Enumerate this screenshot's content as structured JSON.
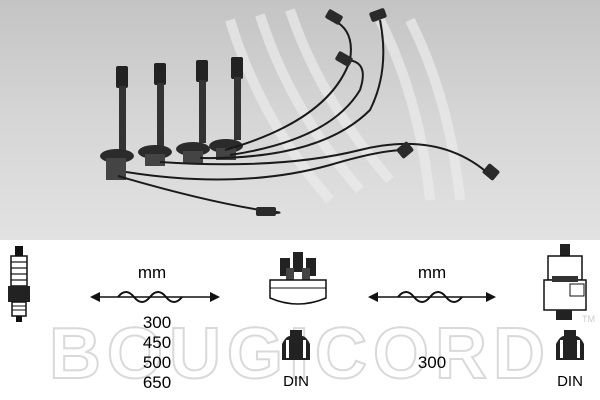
{
  "brand": {
    "watermark": "BOUGICORD",
    "trademark": "TM"
  },
  "photo": {
    "description_icon": "ignition-cable-set-photo"
  },
  "left_cable": {
    "unit": "mm",
    "lengths": [
      "300",
      "450",
      "500",
      "650"
    ]
  },
  "distributor": {
    "connector_standard": "DIN"
  },
  "right_cable": {
    "unit": "mm",
    "length": "300"
  },
  "coil": {
    "connector_standard": "DIN"
  },
  "colors": {
    "photo_bg": "#cfcfcf",
    "ink": "#000000",
    "watermark": "#e6e6e6"
  }
}
